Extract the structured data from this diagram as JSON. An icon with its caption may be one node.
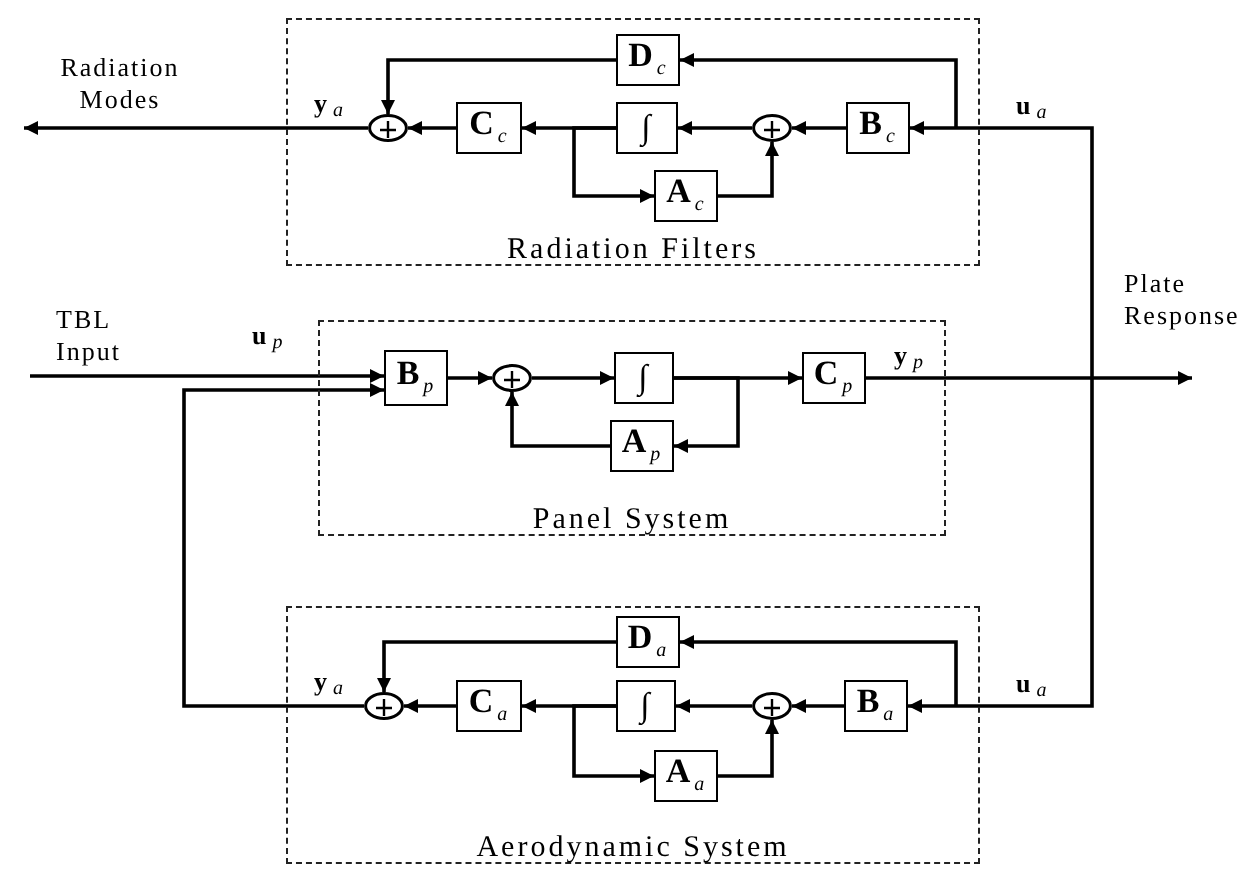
{
  "diagram": {
    "nodes": [
      {
        "text": [
          "Radiation Filters"
        ]
      },
      {
        "text": [
          "**D**$_{c}$"
        ],
        "in": 0
      },
      {
        "text": [],
        "shape": "circle",
        "in": 0
      },
      {
        "text": [
          "**C**$_{c}$"
        ],
        "in": 0
      },
      {
        "text": [
          "∫"
        ],
        "in": 0
      },
      {
        "text": [],
        "shape": "circle",
        "in": 0
      },
      {
        "text": [
          "**B**$_{c}$"
        ],
        "in": 0
      },
      {
        "text": [
          "**A**$_{c}$"
        ],
        "in": 0
      },
      {
        "text": [
          "Panel System"
        ]
      },
      {
        "text": [
          "**B**$_{p}$"
        ],
        "in": 8
      },
      {
        "text": [],
        "shape": "circle",
        "in": 8
      },
      {
        "text": [
          "∫"
        ],
        "in": 8
      },
      {
        "text": [
          "**C**$_{p}$"
        ],
        "in": 8
      },
      {
        "text": [
          "**A**$_{p}$"
        ],
        "in": 8
      },
      {
        "text": [
          "Aerodynamic System"
        ]
      },
      {
        "text": [
          "**D**$_{a}$"
        ],
        "in": 14
      },
      {
        "text": [],
        "shape": "circle",
        "in": 14
      },
      {
        "text": [
          "**C**$_{a}$"
        ],
        "in": 14
      },
      {
        "text": [
          "∫"
        ],
        "in": 14
      },
      {
        "text": [],
        "shape": "circle",
        "in": 14
      },
      {
        "text": [
          "**B**$_{a}$"
        ],
        "in": 14
      },
      {
        "text": [
          "**A**$_{a}$"
        ],
        "in": 14
      }
    ],
    "edges": [
      {
        "from": null,
        "to": 6,
        "arrow": "to"
      },
      {
        "from": null,
        "to": 1,
        "arrow": "to"
      },
      {
        "from": 6,
        "to": 5,
        "arrow": "to"
      },
      {
        "from": 5,
        "to": 4,
        "arrow": "to"
      },
      {
        "from": 4,
        "to": 3,
        "arrow": "to"
      },
      {
        "from": 4,
        "to": 7,
        "arrow": "to"
      },
      {
        "from": 7,
        "to": 5,
        "arrow": "to"
      },
      {
        "from": 3,
        "to": 2,
        "arrow": "to"
      },
      {
        "from": 1,
        "to": 2,
        "arrow": "to"
      },
      {
        "from": 2,
        "to": null,
        "arrow": "to"
      },
      {
        "from": null,
        "to": 9,
        "arrow": "to"
      },
      {
        "from": 16,
        "to": 9,
        "arrow": "to"
      },
      {
        "from": 9,
        "to": 10,
        "arrow": "to"
      },
      {
        "from": 10,
        "to": 11,
        "arrow": "to"
      },
      {
        "from": 11,
        "to": 12,
        "arrow": "to"
      },
      {
        "from": 11,
        "to": 13,
        "arrow": "to"
      },
      {
        "from": 13,
        "to": 10,
        "arrow": "to"
      },
      {
        "from": 12,
        "to": null,
        "arrow": "to"
      },
      {
        "from": null,
        "to": 20,
        "arrow": "to"
      },
      {
        "from": null,
        "to": 15,
        "arrow": "to"
      },
      {
        "from": 20,
        "to": 19,
        "arrow": "to"
      },
      {
        "from": 19,
        "to": 18,
        "arrow": "to"
      },
      {
        "from": 18,
        "to": 17,
        "arrow": "to"
      },
      {
        "from": 18,
        "to": 21,
        "arrow": "to"
      },
      {
        "from": 21,
        "to": 19,
        "arrow": "to"
      },
      {
        "from": 17,
        "to": 16,
        "arrow": "to"
      },
      {
        "from": 15,
        "to": 16,
        "arrow": "to"
      }
    ],
    "labels": [
      "Radiation Modes",
      "**y**$_{a}$",
      "**u**$_{a}$",
      "TBL Input",
      "**u**$_{p}$",
      "Plate Response",
      "**y**$_{p}$",
      "**y**$_{a}$",
      "**u**$_{a}$"
    ]
  }
}
